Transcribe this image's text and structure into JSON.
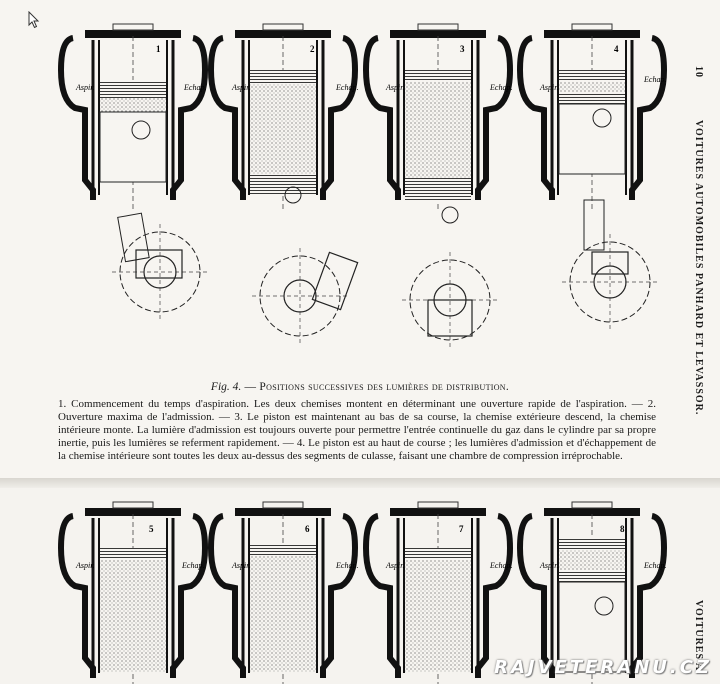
{
  "page_number": "10",
  "running_head": "VOITURES AUTOMOBILES PANHARD ET LEVASSOR.",
  "running_head_bottom": "VOITURES A",
  "figure": {
    "label": "Fig. 4.",
    "title": " — Positions successives des lumières de distribution."
  },
  "body_text": "1. Commencement du temps d'aspiration. Les deux chemises montent en déterminant une ouverture rapide de l'aspiration. — 2. Ouverture maxima de l'admission. — 3. Le piston est maintenant au bas de sa course, la chemise extérieure descend, la chemise intérieure monte. La lumière d'admission est toujours ouverte pour permettre l'entrée continuelle du gaz dans le cylindre par sa propre inertie, puis les lumières se referment rapidement. — 4. Le piston est au haut de course ; les lumières d'admission et d'échappement de la chemise intérieure sont toutes les deux au-dessus des segments de culasse, faisant une chambre de compression irréprochable.",
  "diagram_labels": {
    "intake": "Aspir.",
    "exhaust": "Echap."
  },
  "top_numbers": [
    "1",
    "2",
    "3",
    "4"
  ],
  "bottom_numbers": [
    "5",
    "6",
    "7",
    "8"
  ],
  "watermark": "RAJVETERANU.CZ",
  "icons": {
    "cursor": "mouse-pointer-icon"
  }
}
